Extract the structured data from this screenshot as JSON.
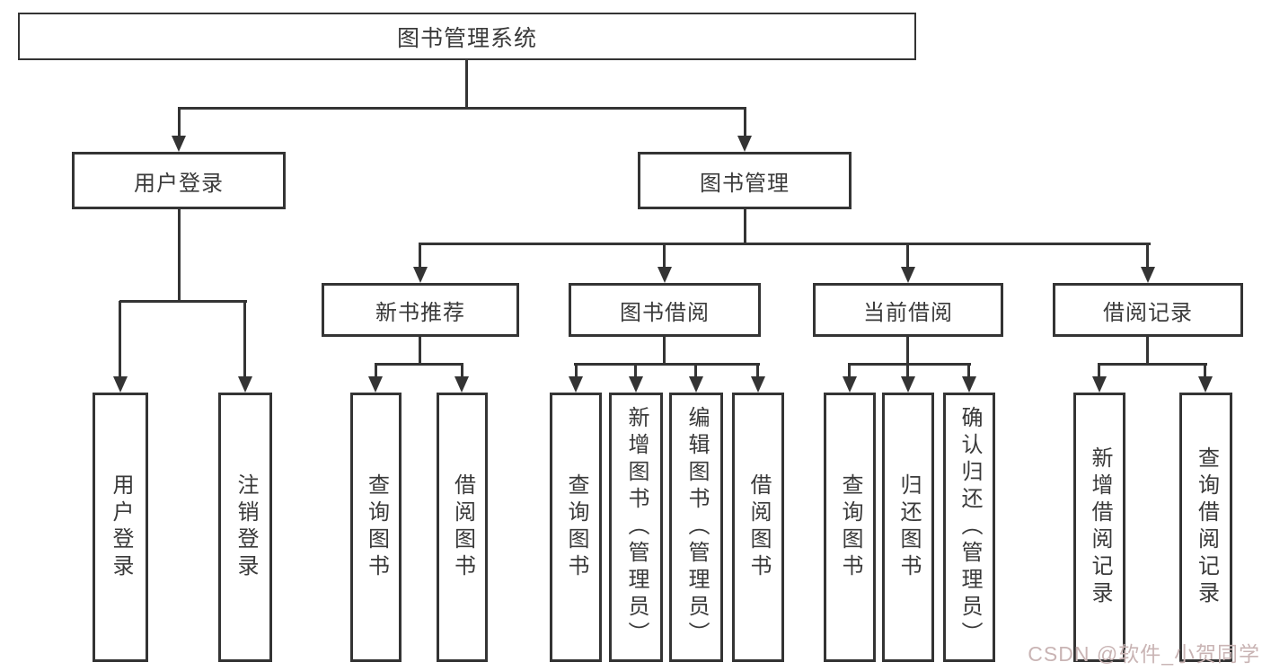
{
  "nodes": {
    "root": "图书管理系统",
    "branches": [
      {
        "label": "用户登录",
        "children": [
          "用户登录",
          "注销登录"
        ]
      },
      {
        "label": "图书管理",
        "children": [
          {
            "label": "新书推荐",
            "children": [
              "查询图书",
              "借阅图书"
            ]
          },
          {
            "label": "图书借阅",
            "children": [
              "查询图书",
              "新增图书（管理员）",
              "编辑图书（管理员）",
              "借阅图书"
            ]
          },
          {
            "label": "当前借阅",
            "children": [
              "查询图书",
              "归还图书",
              "确认归还（管理员）"
            ]
          },
          {
            "label": "借阅记录",
            "children": [
              "新增借阅记录",
              "查询借阅记录"
            ]
          }
        ]
      }
    ]
  },
  "watermark": {
    "text": "CSDN @软件_小贺同学",
    "color": "#c9b4b4"
  },
  "colors": {
    "line": "#343434",
    "text": "#3a3a3a",
    "background": "#ffffff"
  }
}
